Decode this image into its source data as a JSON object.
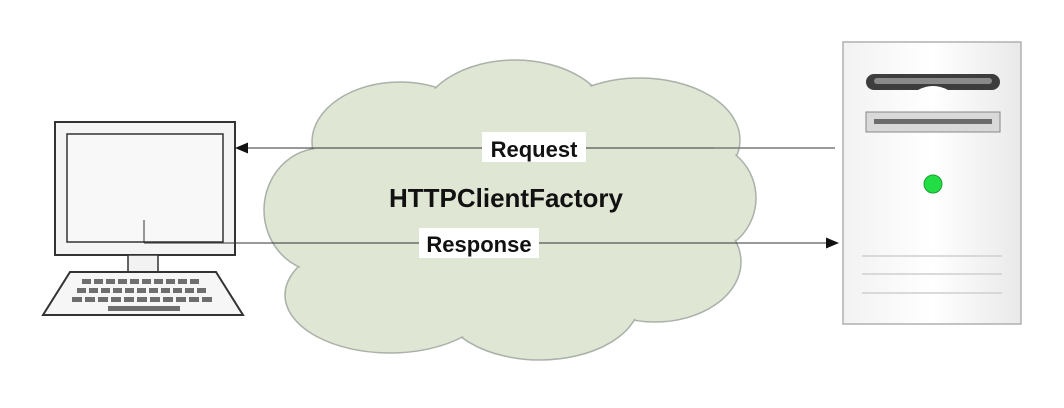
{
  "diagram": {
    "cloud_label": "HTTPClientFactory",
    "request_label": "Request",
    "response_label": "Response"
  },
  "colors": {
    "cloud_fill": "#dfe6d4",
    "cloud_stroke": "#a9b1a9",
    "server_led": "#22dd44",
    "outline": "#333333"
  },
  "icons": {
    "client": "desktop-computer-icon",
    "server": "server-tower-icon"
  }
}
